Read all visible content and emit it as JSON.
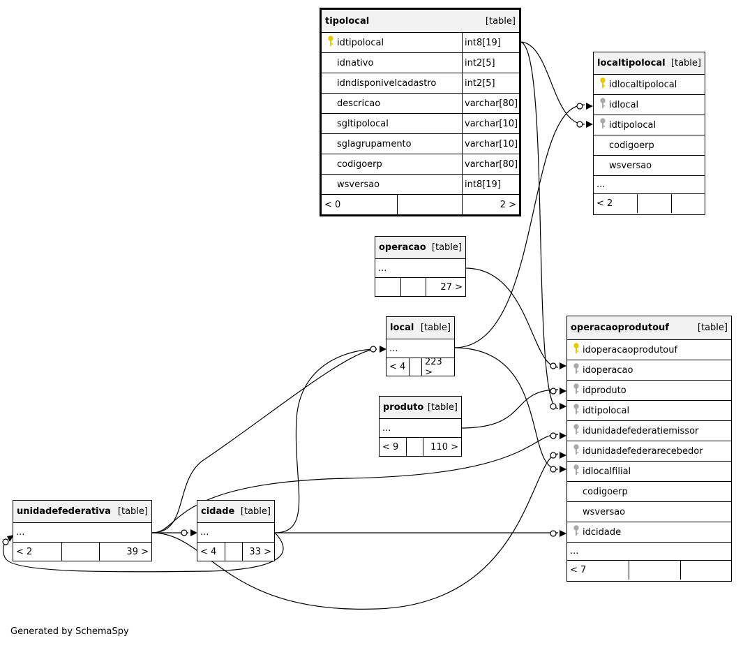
{
  "footer_text": "Generated by SchemaSpy",
  "type_label": "[table]",
  "colors": {
    "pk_key": "#e6c800",
    "fk_key": "#a9a9a9",
    "header_bg": "#f2f2f2"
  },
  "tables": {
    "tipolocal": {
      "name": "tipolocal",
      "columns": [
        {
          "name": "idtipolocal",
          "type": "int8[19]",
          "key": "pk"
        },
        {
          "name": "idnativo",
          "type": "int2[5]",
          "key": ""
        },
        {
          "name": "idndisponivelcadastro",
          "type": "int2[5]",
          "key": ""
        },
        {
          "name": "descricao",
          "type": "varchar[80]",
          "key": ""
        },
        {
          "name": "sgltipolocal",
          "type": "varchar[10]",
          "key": ""
        },
        {
          "name": "sglagrupamento",
          "type": "varchar[10]",
          "key": ""
        },
        {
          "name": "codigoerp",
          "type": "varchar[80]",
          "key": ""
        },
        {
          "name": "wsversao",
          "type": "int8[19]",
          "key": ""
        }
      ],
      "foot": [
        "< 0",
        "",
        "2 >"
      ]
    },
    "localtipolocal": {
      "name": "localtipolocal",
      "columns": [
        {
          "name": "idlocaltipolocal",
          "key": "pk"
        },
        {
          "name": "idlocal",
          "key": "fk"
        },
        {
          "name": "idtipolocal",
          "key": "fk"
        },
        {
          "name": "codigoerp",
          "key": ""
        },
        {
          "name": "wsversao",
          "key": ""
        }
      ],
      "ellipsis": "...",
      "foot": [
        "< 2",
        "",
        ""
      ]
    },
    "operacao": {
      "name": "operacao",
      "ellipsis": "...",
      "foot": [
        "",
        "",
        "27 >"
      ]
    },
    "local": {
      "name": "local",
      "ellipsis": "...",
      "foot": [
        "< 4",
        "",
        "223 >"
      ]
    },
    "produto": {
      "name": "produto",
      "ellipsis": "...",
      "foot": [
        "< 9",
        "",
        "110 >"
      ]
    },
    "operacaoprodutouf": {
      "name": "operacaoprodutouf",
      "columns": [
        {
          "name": "idoperacaoprodutouf",
          "key": "pk"
        },
        {
          "name": "idoperacao",
          "key": "fk"
        },
        {
          "name": "idproduto",
          "key": "fk"
        },
        {
          "name": "idtipolocal",
          "key": "fk"
        },
        {
          "name": "idunidadefederatiemissor",
          "key": "fk"
        },
        {
          "name": "idunidadefederarecebedor",
          "key": "fk"
        },
        {
          "name": "idlocalfilial",
          "key": "fk"
        },
        {
          "name": "codigoerp",
          "key": ""
        },
        {
          "name": "wsversao",
          "key": ""
        },
        {
          "name": "idcidade",
          "key": "fk"
        }
      ],
      "ellipsis": "...",
      "foot": [
        "< 7",
        "",
        ""
      ]
    },
    "unidadefederativa": {
      "name": "unidadefederativa",
      "ellipsis": "...",
      "foot": [
        "< 2",
        "",
        "39 >"
      ]
    },
    "cidade": {
      "name": "cidade",
      "ellipsis": "...",
      "foot": [
        "< 4",
        "",
        "33 >"
      ]
    }
  }
}
